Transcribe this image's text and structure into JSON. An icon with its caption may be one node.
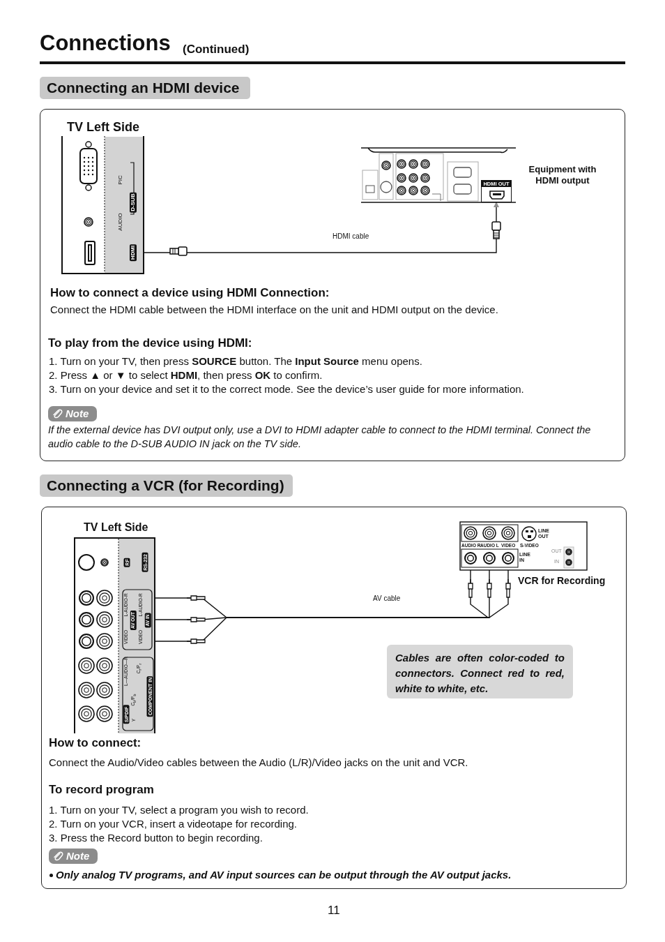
{
  "diagram": {
    "title": "Connections",
    "nodes": [
      {
        "text": [
          "Connecting an HDMI device"
        ]
      },
      {
        "text": [
          "TV Left Side"
        ]
      },
      {
        "text": [],
        "shape": "box",
        "in": 1
      },
      {
        "text": [
          "Equipment with HDMI output"
        ]
      },
      {
        "text": [
          "HDMI OUT"
        ],
        "in": 3
      },
      {
        "text": [
          "Note"
        ]
      },
      {
        "text": [
          "Connecting a VCR (for Recording)"
        ]
      },
      {
        "text": [
          "TV Left Side"
        ]
      },
      {
        "text": [],
        "shape": "circle",
        "in": 7
      },
      {
        "text": [],
        "shape": "circle",
        "in": 7
      },
      {
        "text": [],
        "shape": "circle",
        "in": 7
      },
      {
        "text": [
          "VCR for Recording"
        ]
      },
      {
        "text": [],
        "shape": "circle",
        "in": 11
      },
      {
        "text": [],
        "shape": "circle",
        "in": 11
      },
      {
        "text": [],
        "shape": "circle",
        "in": 11
      },
      {
        "text": [
          "Cables are often color-coded to connectors. Connect red to red, white to white, etc."
        ]
      },
      {
        "text": [
          "Note"
        ]
      }
    ],
    "edges": [
      {
        "from": 4,
        "to": 2,
        "arrow": "both",
        "label": "HDMI cable"
      },
      {
        "from": 12,
        "to": 8,
        "arrow": "both"
      },
      {
        "from": 13,
        "to": 9,
        "arrow": "both",
        "label": "AV cable"
      },
      {
        "from": 14,
        "to": 10,
        "arrow": "both"
      }
    ],
    "labels": [
      "(Continued)",
      "PIC",
      "AUDIO",
      "D-SUB",
      "HDMI",
      "How to connect a device using HDMI Connection:",
      "Connect the HDMI cable between the HDMI interface on the unit and HDMI output on the device.",
      "To play from the device using HDMI:",
      "1. Turn on your TV,  then press **SOURCE** button. The **Input Source** menu opens.",
      "2. Press ▲ or ▼ to select **HDMI**, then press **OK** to confirm.",
      "3. Turn on your device and set it to the correct mode. See the device’s user guide for more information.",
      "If the external device has DVI output only, use a DVI to HDMI adapter cable to connect to the HDMI terminal. Connect the audio cable to the D-SUB AUDIO IN jack on the TV side.",
      "RF",
      "RS-232",
      "L-AUDIO-R",
      "VIDEO",
      "AV OUT",
      "L-AUDIO-R",
      "VIDEO",
      "AV IN",
      "L—AUDIO—R",
      "C$_{b}$/P$_{b}$",
      "C$_{r}$/P$_{r}$",
      "Y",
      "COMPONENT IN",
      "S/PDIF",
      "AUDIO R",
      "AUDIO L",
      "VIDEO",
      "S-VIDEO",
      "LINE OUT",
      "LINE IN",
      "OUT",
      "IN",
      "How to connect:",
      "Connect the Audio/Video cables between the Audio (L/R)/Video jacks on the unit and VCR.",
      "To record program",
      "1. Turn on your TV, select a program you wish to record.",
      "2. Turn on your VCR, insert a videotape for recording.",
      "3. Press the Record button to begin recording.",
      "Only analog TV programs, and AV input sources can be output through the AV output jacks.",
      "11"
    ]
  }
}
